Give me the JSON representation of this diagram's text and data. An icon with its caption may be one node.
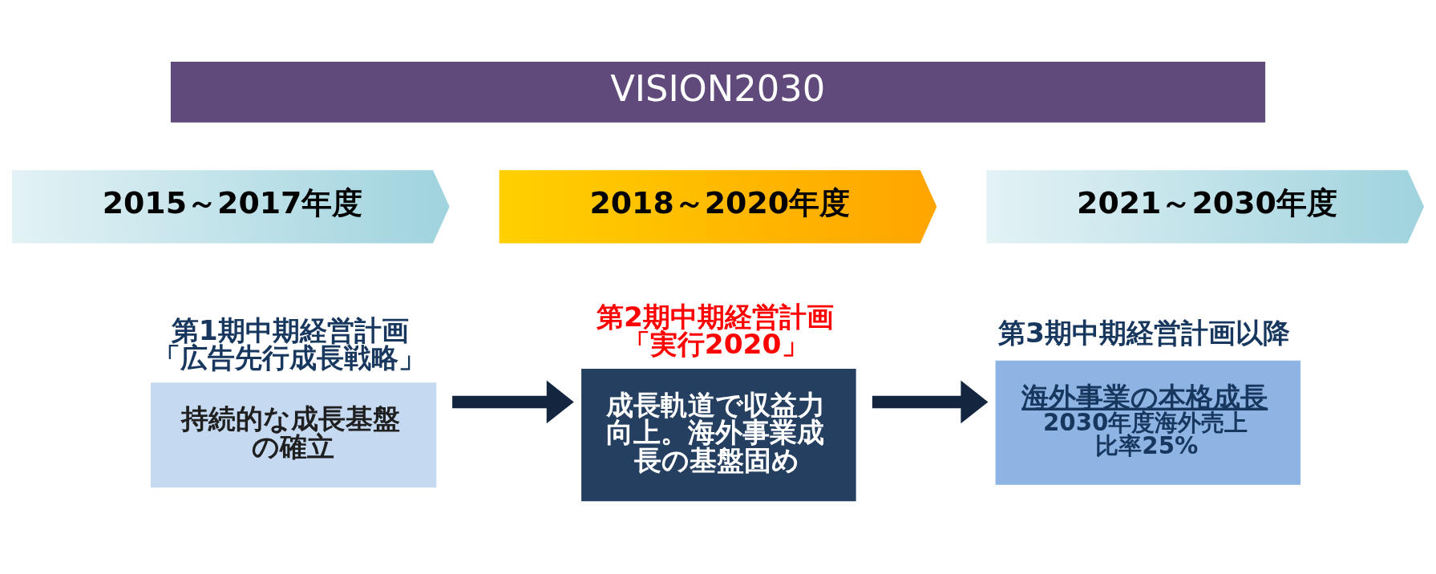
{
  "diagram": {
    "nodes": [
      {
        "text": [
          "VISION2030"
        ]
      },
      {
        "text": [
          "2015～2017年度"
        ]
      },
      {
        "text": [
          "2018～2020年度"
        ]
      },
      {
        "text": [
          "2021～2030年度"
        ]
      },
      {
        "text": [
          "第1期中期経営計画「広告先行成長戦略」",
          "持続的な成長基盤の確立"
        ]
      },
      {
        "text": [
          "第2期中期経営計画「実行2020」",
          "成長軌道で収益力向上。海外事業成長の基盤固め"
        ]
      },
      {
        "text": [
          "第3期中期経営計画以降",
          "海外事業の本格成長",
          "2030年度海外売上比率25%"
        ]
      }
    ],
    "edges": [
      {
        "from": 4,
        "to": 5,
        "arrow": "to"
      },
      {
        "from": 5,
        "to": 6,
        "arrow": "to"
      }
    ]
  }
}
